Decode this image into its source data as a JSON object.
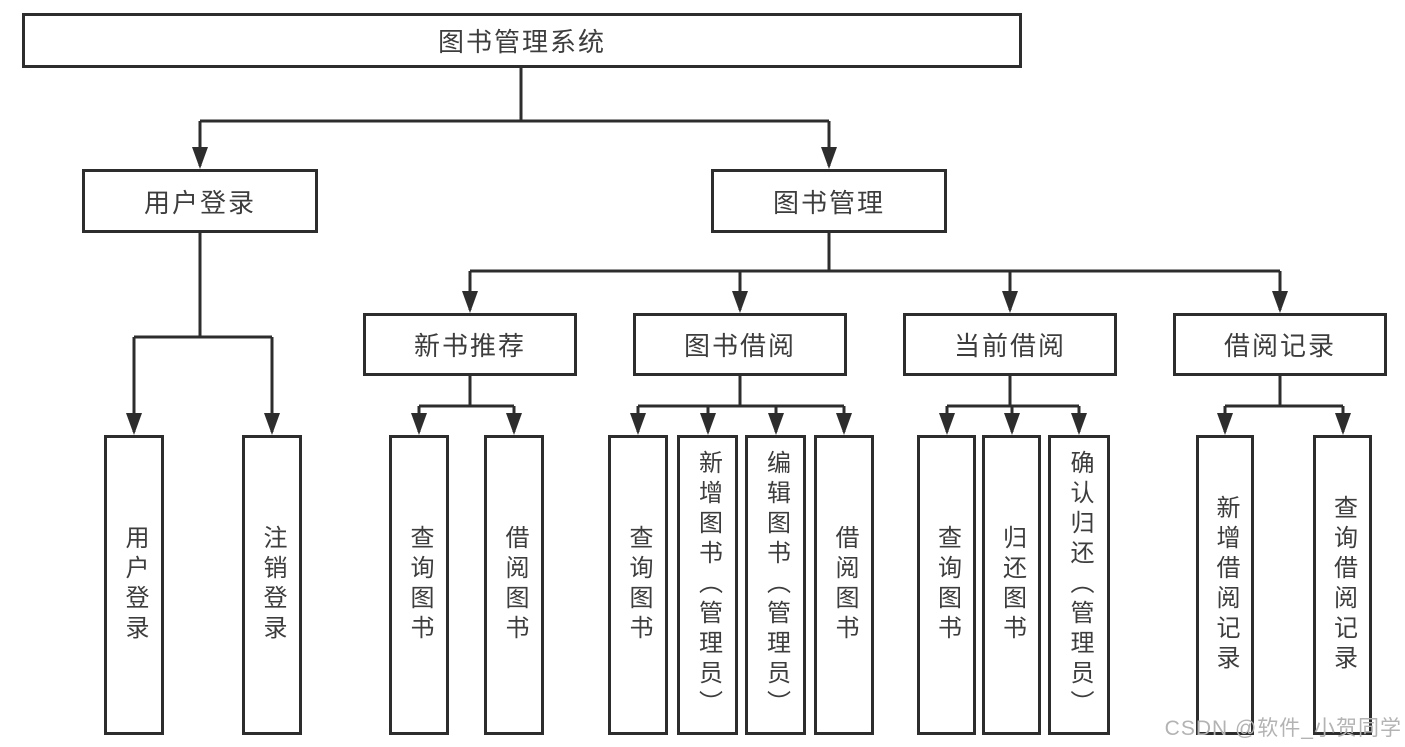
{
  "diagram_title": "图书管理系统",
  "tree": {
    "label": "图书管理系统",
    "children": [
      {
        "label": "用户登录",
        "children": [
          {
            "label": "用户登录"
          },
          {
            "label": "注销登录"
          }
        ]
      },
      {
        "label": "图书管理",
        "children": [
          {
            "label": "新书推荐",
            "children": [
              {
                "label": "查询图书"
              },
              {
                "label": "借阅图书"
              }
            ]
          },
          {
            "label": "图书借阅",
            "children": [
              {
                "label": "查询图书"
              },
              {
                "label": "新增图书（管理员）"
              },
              {
                "label": "编辑图书（管理员）"
              },
              {
                "label": "借阅图书"
              }
            ]
          },
          {
            "label": "当前借阅",
            "children": [
              {
                "label": "查询图书"
              },
              {
                "label": "归还图书"
              },
              {
                "label": "确认归还（管理员）"
              }
            ]
          },
          {
            "label": "借阅记录",
            "children": [
              {
                "label": "新增借阅记录"
              },
              {
                "label": "查询借阅记录"
              }
            ]
          }
        ]
      }
    ]
  },
  "watermark": {
    "text": "CSDN @软件_小贺同学"
  },
  "colors": {
    "line": "#2d2d2d",
    "box_border": "#2d2d2d",
    "text": "#3d3d3d",
    "watermark": "#b3b3b3",
    "background": "#ffffff"
  }
}
